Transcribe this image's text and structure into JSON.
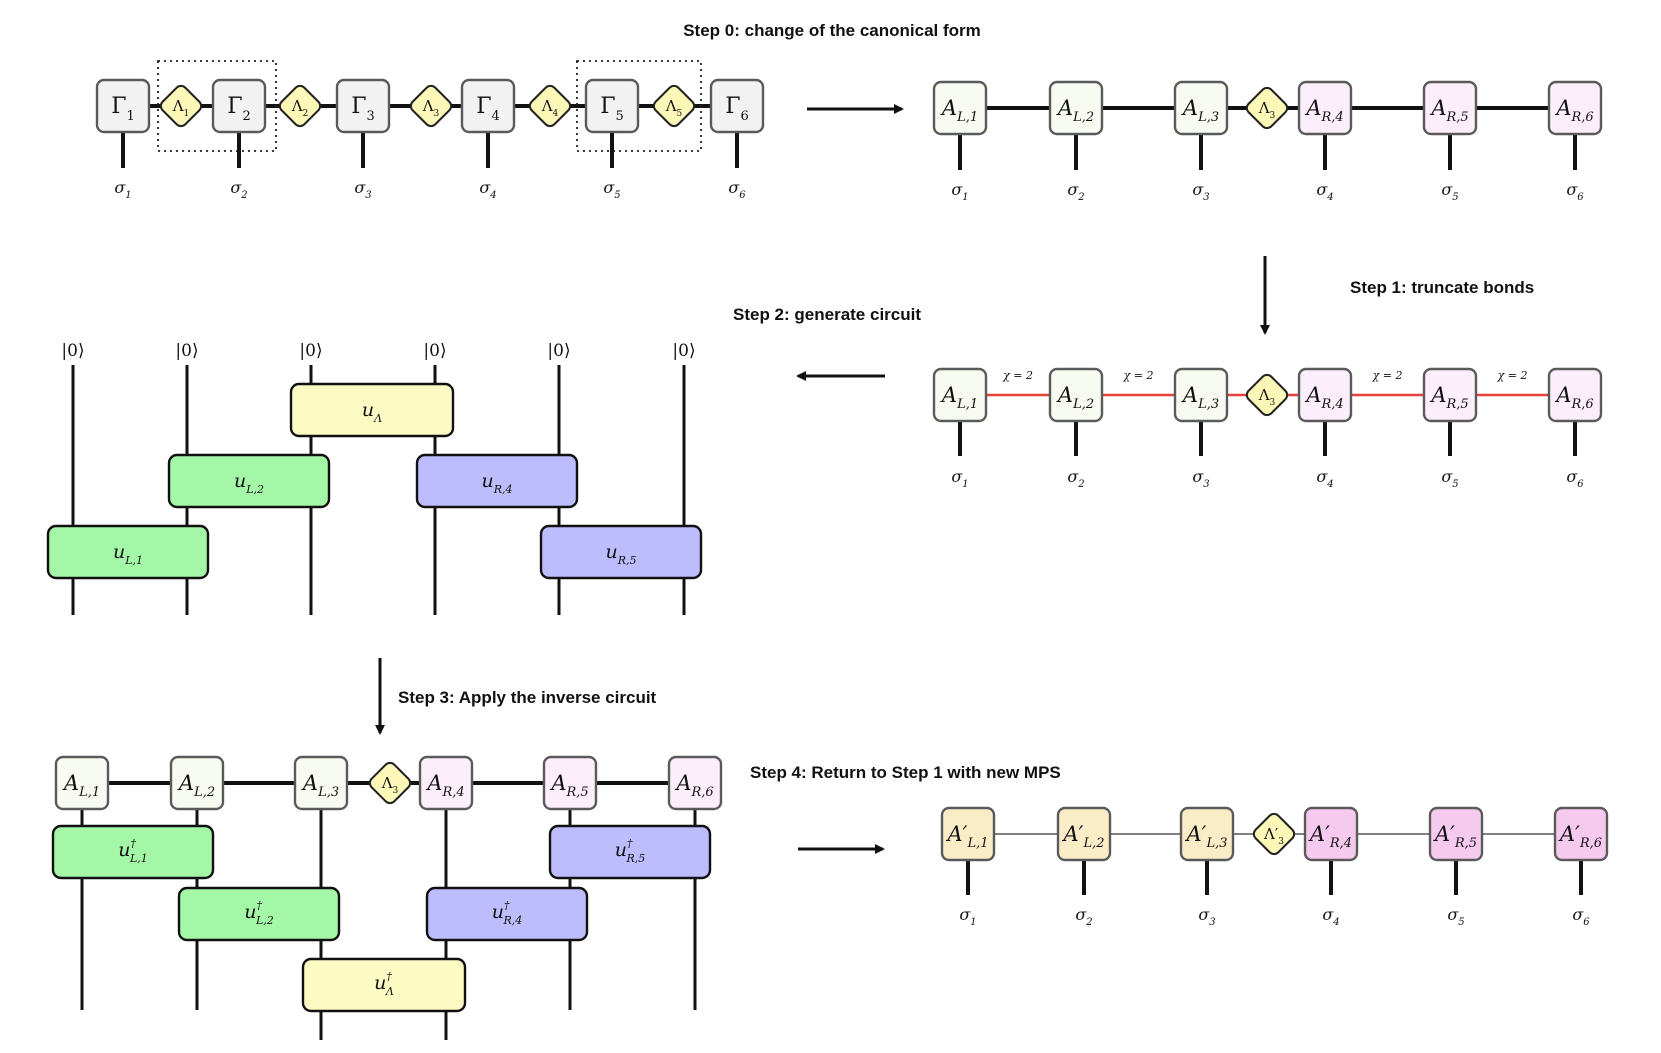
{
  "colors": {
    "gamma": "#f2f2f2",
    "lambda": "#fdf8b8",
    "left_tensor": "#f7fbf2",
    "right_tensor": "#fceefb",
    "left_tensor_new": "#fbecc8",
    "right_tensor_new": "#f6c9ef",
    "gate_lambda": "#fdfbc4",
    "gate_left": "#a4f7a6",
    "gate_right": "#bdbcfd",
    "truncated_bond": "#e8403c",
    "stroke": "#5a5a5a"
  },
  "steps": {
    "step0": "Step 0: change of the canonical form",
    "step1": "Step 1: truncate bonds",
    "step2": "Step 2: generate circuit",
    "step3": "Step 3: Apply the inverse circuit",
    "step4": "Step 4: Return to Step 1 with new MPS"
  },
  "row0": {
    "gammas": [
      {
        "main": "Γ",
        "sub": "1"
      },
      {
        "main": "Γ",
        "sub": "2"
      },
      {
        "main": "Γ",
        "sub": "3"
      },
      {
        "main": "Γ",
        "sub": "4"
      },
      {
        "main": "Γ",
        "sub": "5"
      },
      {
        "main": "Γ",
        "sub": "6"
      }
    ],
    "lambdas": [
      {
        "main": "Λ",
        "sub": "1"
      },
      {
        "main": "Λ",
        "sub": "2"
      },
      {
        "main": "Λ",
        "sub": "3"
      },
      {
        "main": "Λ",
        "sub": "4"
      },
      {
        "main": "Λ",
        "sub": "5"
      }
    ],
    "legs": [
      {
        "main": "σ",
        "sub": "1"
      },
      {
        "main": "σ",
        "sub": "2"
      },
      {
        "main": "σ",
        "sub": "3"
      },
      {
        "main": "σ",
        "sub": "4"
      },
      {
        "main": "σ",
        "sub": "5"
      },
      {
        "main": "σ",
        "sub": "6"
      }
    ]
  },
  "row0_right": {
    "tensors": [
      {
        "main": "A",
        "sub": "L,1"
      },
      {
        "main": "A",
        "sub": "L,2"
      },
      {
        "main": "A",
        "sub": "L,3"
      },
      {
        "main": "A",
        "sub": "R,4"
      },
      {
        "main": "A",
        "sub": "R,5"
      },
      {
        "main": "A",
        "sub": "R,6"
      }
    ],
    "lambda": {
      "main": "Λ",
      "sub": "3"
    },
    "legs": [
      {
        "main": "σ",
        "sub": "1"
      },
      {
        "main": "σ",
        "sub": "2"
      },
      {
        "main": "σ",
        "sub": "3"
      },
      {
        "main": "σ",
        "sub": "4"
      },
      {
        "main": "σ",
        "sub": "5"
      },
      {
        "main": "σ",
        "sub": "6"
      }
    ]
  },
  "row1": {
    "tensors": [
      {
        "main": "A",
        "sub": "L,1"
      },
      {
        "main": "A",
        "sub": "L,2"
      },
      {
        "main": "A",
        "sub": "L,3"
      },
      {
        "main": "A",
        "sub": "R,4"
      },
      {
        "main": "A",
        "sub": "R,5"
      },
      {
        "main": "A",
        "sub": "R,6"
      }
    ],
    "lambda": {
      "main": "Λ",
      "sub": "3"
    },
    "chi_labels": [
      "χ = 2",
      "χ = 2",
      "χ = 2",
      "χ = 2"
    ],
    "legs": [
      {
        "main": "σ",
        "sub": "1"
      },
      {
        "main": "σ",
        "sub": "2"
      },
      {
        "main": "σ",
        "sub": "3"
      },
      {
        "main": "σ",
        "sub": "4"
      },
      {
        "main": "σ",
        "sub": "5"
      },
      {
        "main": "σ",
        "sub": "6"
      }
    ]
  },
  "circuit": {
    "kets": [
      "|0⟩",
      "|0⟩",
      "|0⟩",
      "|0⟩",
      "|0⟩",
      "|0⟩"
    ],
    "gates": [
      {
        "main": "u",
        "sub": "Λ",
        "kind": "lambda"
      },
      {
        "main": "u",
        "sub": "L,2",
        "kind": "left"
      },
      {
        "main": "u",
        "sub": "R,4",
        "kind": "right"
      },
      {
        "main": "u",
        "sub": "L,1",
        "kind": "left"
      },
      {
        "main": "u",
        "sub": "R,5",
        "kind": "right"
      }
    ]
  },
  "inverse": {
    "tensors": [
      {
        "main": "A",
        "sub": "L,1"
      },
      {
        "main": "A",
        "sub": "L,2"
      },
      {
        "main": "A",
        "sub": "L,3"
      },
      {
        "main": "A",
        "sub": "R,4"
      },
      {
        "main": "A",
        "sub": "R,5"
      },
      {
        "main": "A",
        "sub": "R,6"
      }
    ],
    "lambda": {
      "main": "Λ",
      "sub": "3"
    },
    "gates": [
      {
        "main": "u",
        "sup": "†",
        "sub": "L,1",
        "kind": "left"
      },
      {
        "main": "u",
        "sup": "†",
        "sub": "R,5",
        "kind": "right"
      },
      {
        "main": "u",
        "sup": "†",
        "sub": "L,2",
        "kind": "left"
      },
      {
        "main": "u",
        "sup": "†",
        "sub": "R,4",
        "kind": "right"
      },
      {
        "main": "u",
        "sup": "†",
        "sub": "Λ",
        "kind": "lambda"
      }
    ]
  },
  "new_mps": {
    "tensors": [
      {
        "main": "A′",
        "sub": "L,1"
      },
      {
        "main": "A′",
        "sub": "L,2"
      },
      {
        "main": "A′",
        "sub": "L,3"
      },
      {
        "main": "A′",
        "sub": "R,4"
      },
      {
        "main": "A′",
        "sub": "R,5"
      },
      {
        "main": "A′",
        "sub": "R,6"
      }
    ],
    "lambda": {
      "main": "Λ′",
      "sub": "3"
    },
    "legs": [
      {
        "main": "σ",
        "sub": "1"
      },
      {
        "main": "σ",
        "sub": "2"
      },
      {
        "main": "σ",
        "sub": "3"
      },
      {
        "main": "σ",
        "sub": "4"
      },
      {
        "main": "σ",
        "sub": "5"
      },
      {
        "main": "σ",
        "sub": "6"
      }
    ]
  }
}
